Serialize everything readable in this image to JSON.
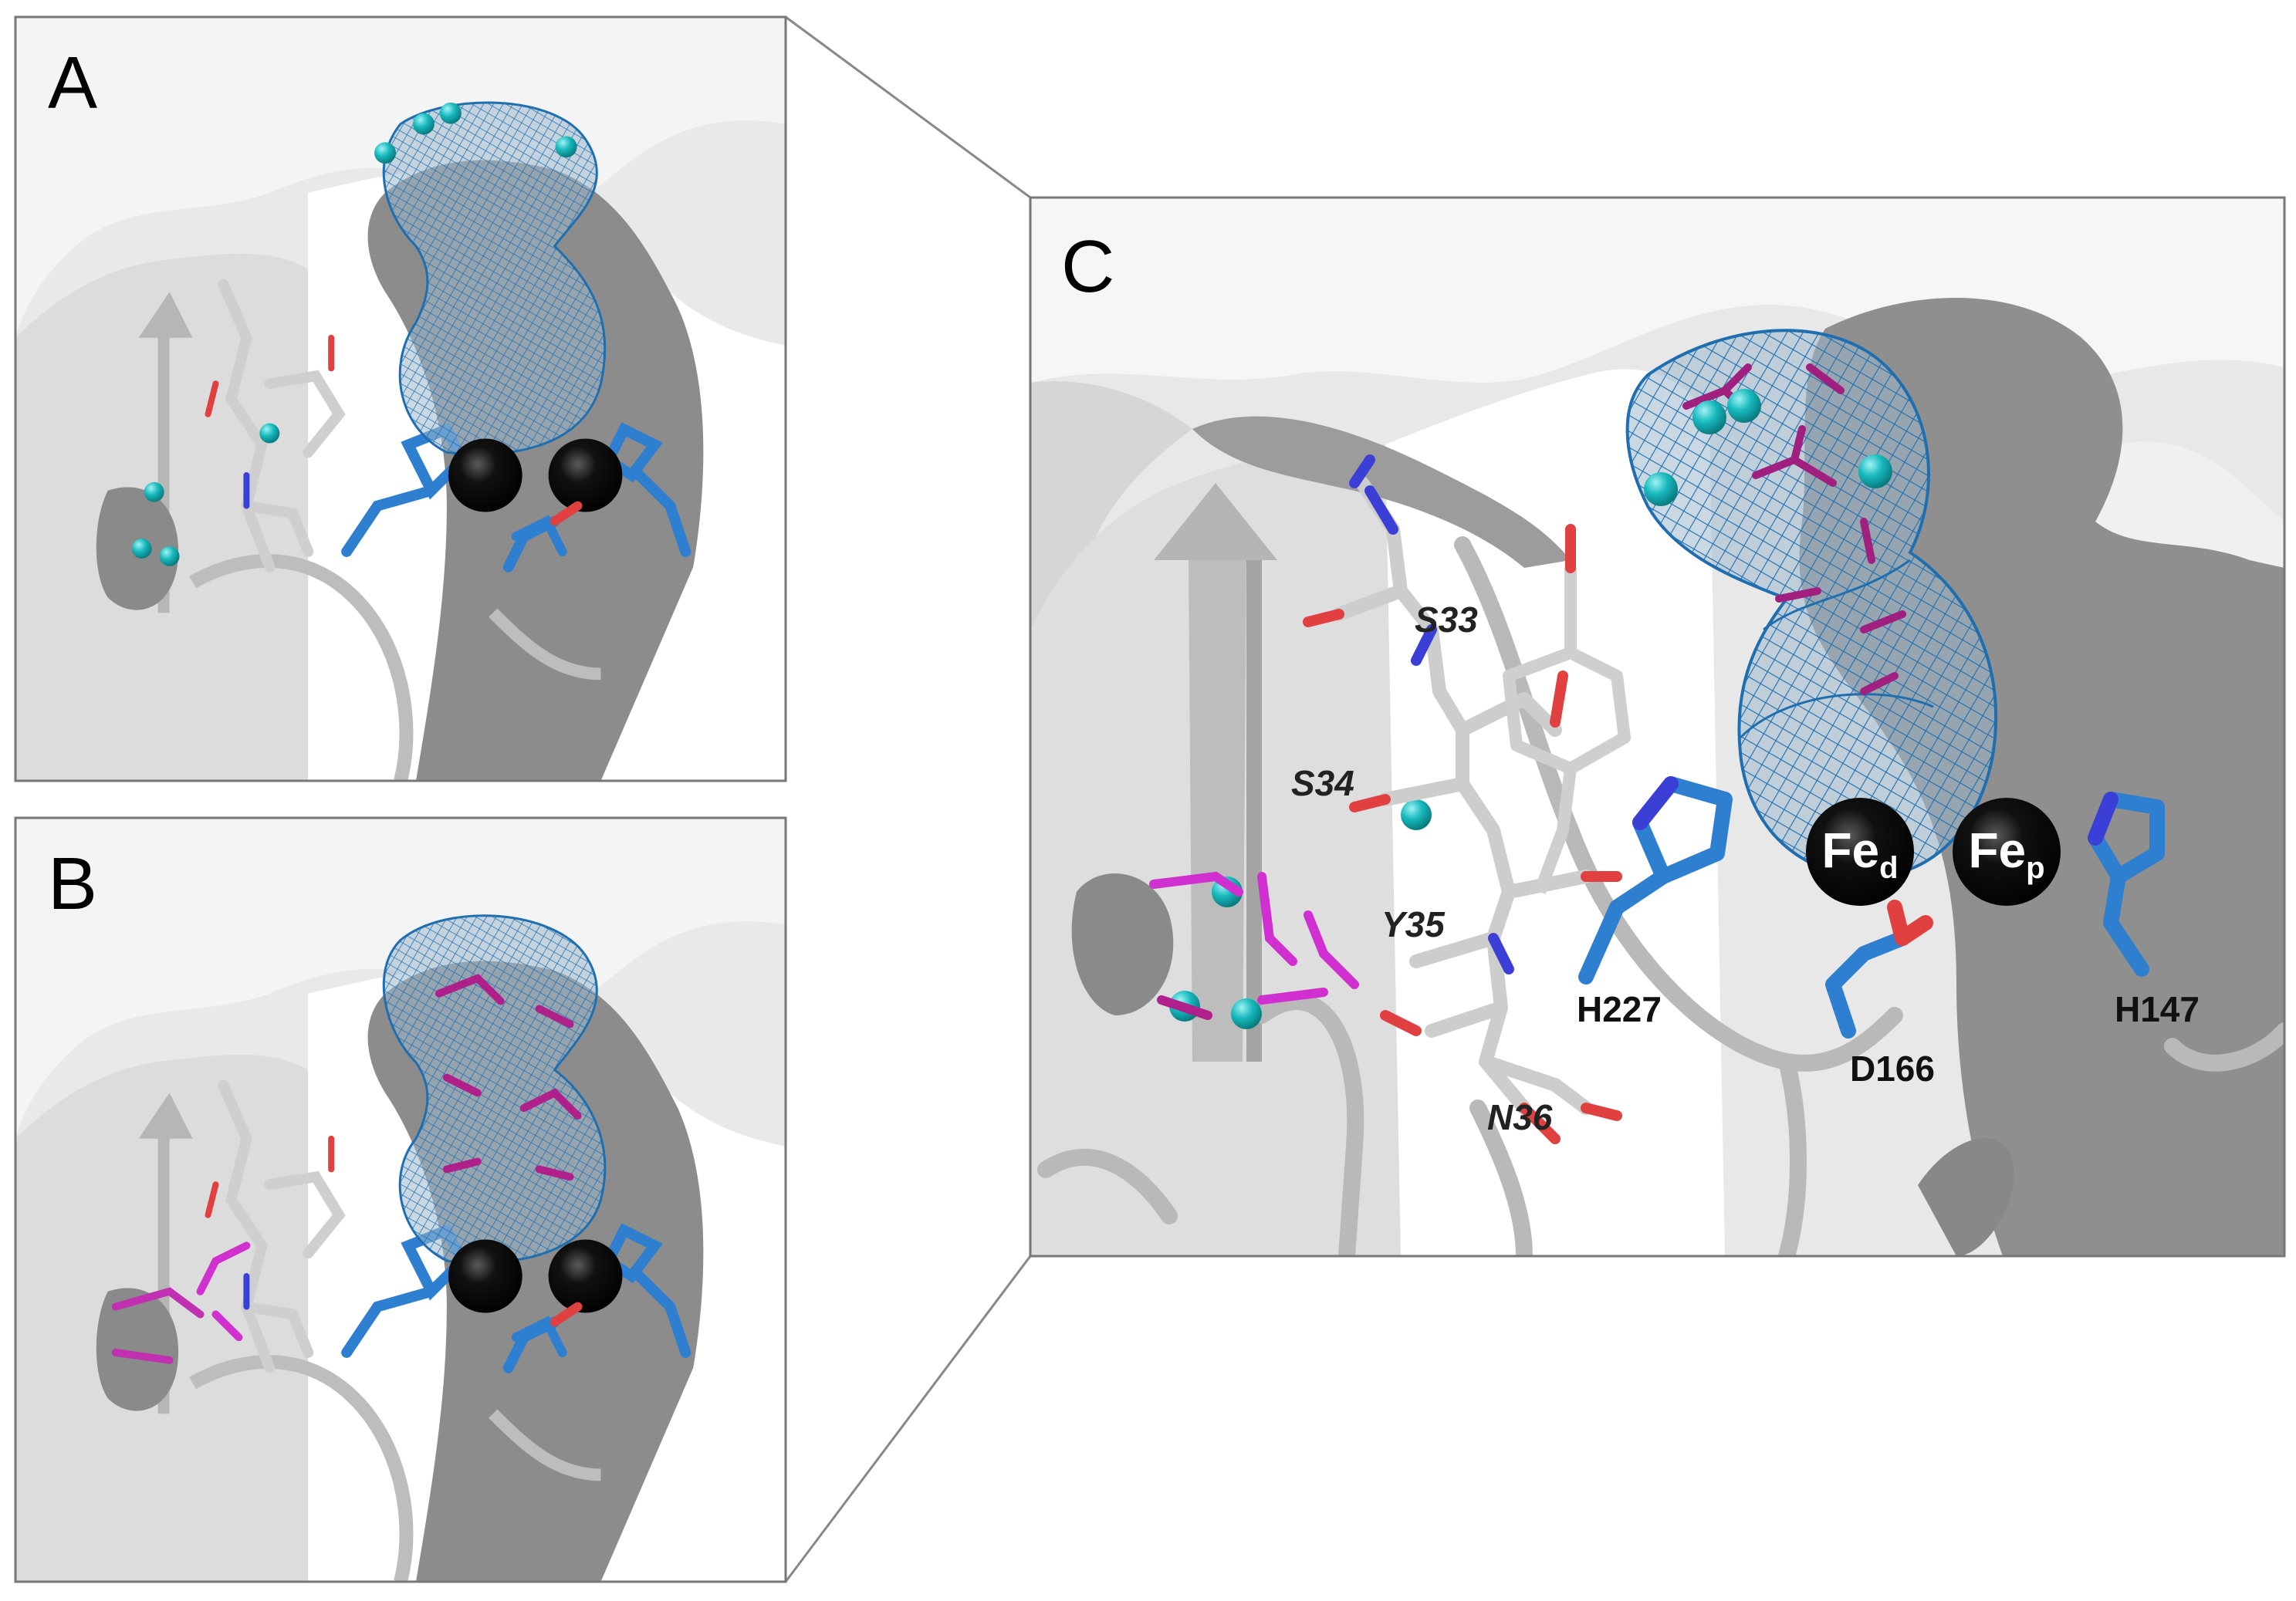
{
  "panels": {
    "a": {
      "letter": "A"
    },
    "b": {
      "letter": "B"
    },
    "c": {
      "letter": "C",
      "labels": {
        "s33": "S33",
        "s34": "S34",
        "y35": "Y35",
        "n36": "N36",
        "h227": "H227",
        "d166": "D166",
        "h147": "H147"
      },
      "iron": {
        "distal": {
          "base": "Fe",
          "sub": "d"
        },
        "proximal": {
          "base": "Fe",
          "sub": "p"
        }
      }
    }
  },
  "colors": {
    "surface": "#e8e8e8",
    "cavity": "#8f8f8f",
    "mesh": "#1f6fb0",
    "histidine": "#2f7fd0",
    "nitrogen": "#3b3fd6",
    "oxygen": "#e04040",
    "ligand": "#b0208a",
    "water": "#18c3c6",
    "iron": "#000000"
  }
}
